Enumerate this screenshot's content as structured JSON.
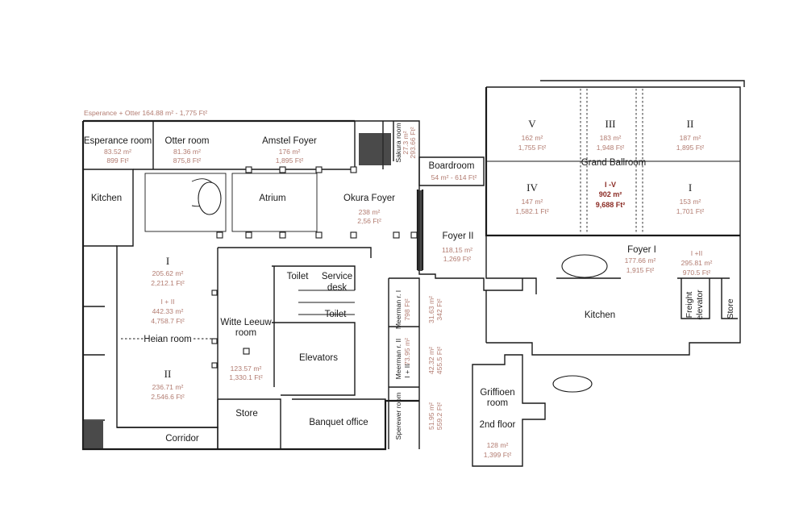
{
  "header_note": "Esperance + Otter   164.88 m² - 1,775 Ft²",
  "rooms": {
    "esperance": {
      "name": "Esperance room",
      "m2": "83.52 m²",
      "ft2": "899 Ft²"
    },
    "otter": {
      "name": "Otter room",
      "m2": "81.36 m²",
      "ft2": "875,8 Ft²"
    },
    "amstel_foyer": {
      "name": "Amstel Foyer",
      "m2": "176 m²",
      "ft2": "1,895 Ft²"
    },
    "sakura": {
      "name": "Sakura room",
      "m2": "27.3 m²",
      "ft2": "293.66 Ft²"
    },
    "boardroom": {
      "name": "Boardroom",
      "size": "54 m² - 614 Ft²"
    },
    "kitchen_left": {
      "name": "Kitchen"
    },
    "atrium": {
      "name": "Atrium"
    },
    "okura_foyer": {
      "name": "Okura Foyer",
      "m2": "238 m²",
      "ft2": "2,56 Ft²"
    },
    "foyer_ii": {
      "name": "Foyer II",
      "m2": "118,15 m²",
      "ft2": "1,269 Ft²"
    },
    "heian": {
      "name": "Heian room",
      "part_i": {
        "label": "I",
        "m2": "205.62 m²",
        "ft2": "2,212.1 Ft²"
      },
      "combined": {
        "label": "I + II",
        "m2": "442.33 m²",
        "ft2": "4,758.7 Ft²"
      },
      "part_ii": {
        "label": "II",
        "m2": "236.71 m²",
        "ft2": "2,546.6 Ft²"
      }
    },
    "witte_leeuw": {
      "line1": "Witte Leeuw",
      "line2": "room",
      "m2": "123.57 m²",
      "ft2": "1,330.1 Ft²"
    },
    "toilet_top": {
      "name": "Toilet"
    },
    "service_desk": {
      "line1": "Service",
      "line2": "desk"
    },
    "toilet_lower": {
      "name": "Toilet"
    },
    "elevators": {
      "name": "Elevators"
    },
    "store_left": {
      "name": "Store"
    },
    "banquet_office": {
      "name": "Banquet office"
    },
    "corridor": {
      "name": "Corridor"
    },
    "meerman_i": {
      "name": "Meerman r. I",
      "m2": "31.63 m²",
      "ft2": "342 Ft²",
      "extra": "798 Ft²"
    },
    "meerman_ii": {
      "name": "Meerman r. II",
      "combined": "I + II",
      "m2": "73.95 m²",
      "m2b": "42.32 m²",
      "ft2": "455.5 Ft²"
    },
    "sperewer": {
      "name": "Sperewer room",
      "m2": "51.95 m²",
      "ft2": "559.2 Ft²"
    },
    "grand_ballroom": {
      "name": "Grand Ballroom",
      "v": {
        "label": "V",
        "m2": "162 m²",
        "ft2": "1,755 Ft²"
      },
      "iii": {
        "label": "III",
        "m2": "183 m²",
        "ft2": "1,948 Ft²"
      },
      "ii": {
        "label": "II",
        "m2": "187 m²",
        "ft2": "1,895 Ft²"
      },
      "iv": {
        "label": "IV",
        "m2": "147 m²",
        "ft2": "1,582.1 Ft²"
      },
      "i_v": {
        "label": "I -V",
        "m2": "902 m²",
        "ft2": "9,688 Ft²"
      },
      "i": {
        "label": "I",
        "m2": "153 m²",
        "ft2": "1,701 Ft²"
      }
    },
    "foyer_i": {
      "name": "Foyer I",
      "m2": "177.66 m²",
      "ft2": "1,915 Ft²"
    },
    "foyer_i_ii": {
      "label": "I +II",
      "m2": "295.81 m²",
      "ft2": "970.5 Ft²"
    },
    "kitchen_right": {
      "name": "Kitchen"
    },
    "freight_elevator": {
      "line1": "Freight",
      "line2": "elevator"
    },
    "store_right": {
      "name": "Store"
    },
    "griffioen": {
      "line1": "Griffioen",
      "line2": "room",
      "floor": "2nd floor",
      "m2": "128 m²",
      "ft2": "1,399 Ft²"
    }
  },
  "colors": {
    "wall": "#1a1a1a",
    "measurement": "#b27b70",
    "highlight": "#8b2b24",
    "background": "#ffffff"
  }
}
